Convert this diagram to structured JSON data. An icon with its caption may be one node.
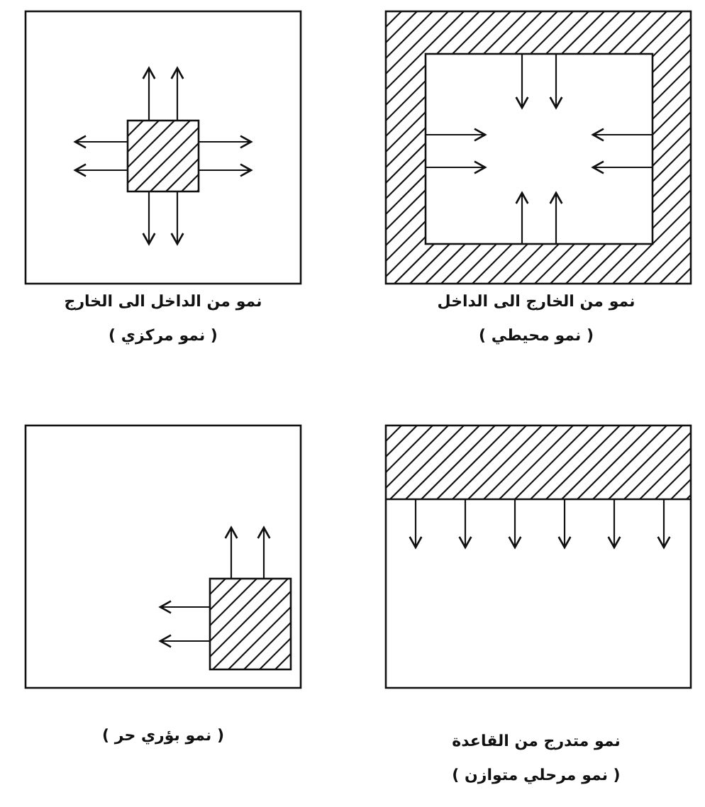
{
  "diagram": {
    "labels": [
      "نمو من الخارج الى الداخل",
      "( نمو محيطي )",
      "نمو من الداخل الى الخارج",
      "( نمو مركزي )",
      "نمو متدرج من القاعدة",
      "( نمو مرحلي متوازن )",
      "( نمو بؤري حر )"
    ]
  }
}
